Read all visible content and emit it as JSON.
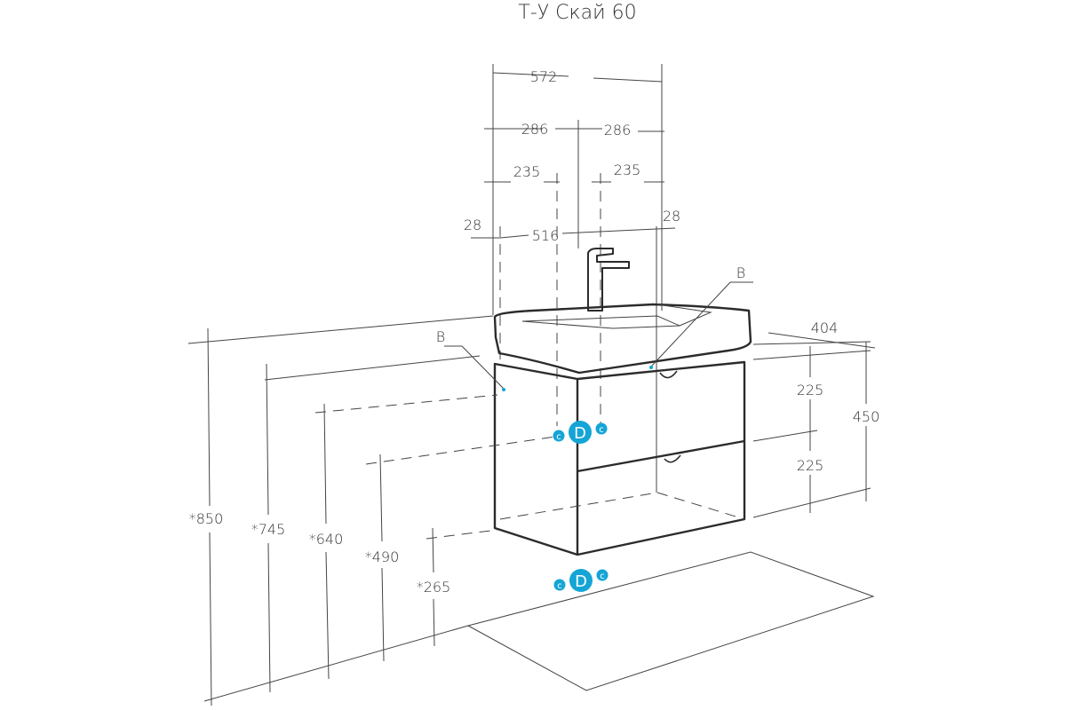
{
  "title": "Т-У Скай 60",
  "dimensions": {
    "total_width": "572",
    "half_left": "286",
    "half_right": "286",
    "mount_left": "235",
    "mount_right": "235",
    "edge_left": "28",
    "inner_width": "516",
    "edge_right": "28",
    "depth": "404",
    "drawer_top": "225",
    "drawer_bottom": "225",
    "cabinet_height": "450",
    "h850": "*850",
    "h745": "*745",
    "h640": "*640",
    "h490": "*490",
    "h265": "*265"
  },
  "markers": {
    "b_left": "B",
    "b_right": "B",
    "d_upper": "D",
    "c_upper_left": "c",
    "c_upper_right": "c",
    "d_lower": "D",
    "c_lower_left": "c",
    "c_lower_right": "c"
  },
  "colors": {
    "accent": "#14a5d6",
    "line": "#2b2b2b"
  }
}
